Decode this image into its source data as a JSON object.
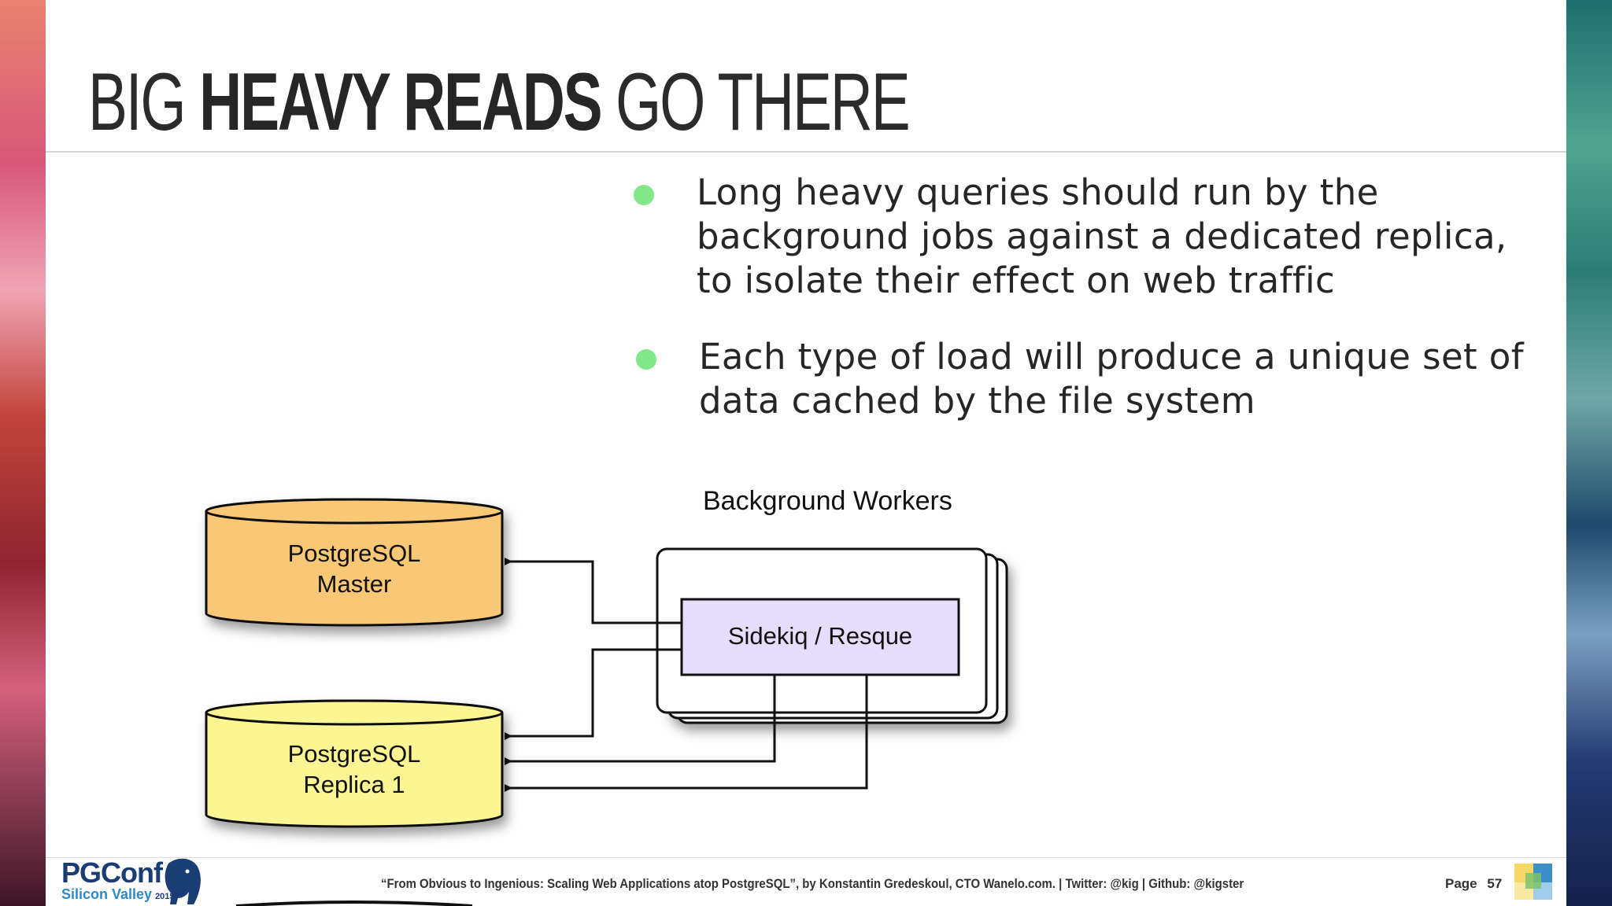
{
  "title": {
    "light_prefix": "BIG",
    "bold": "HEAVY READS",
    "light_suffix": "GO THERE"
  },
  "bullets": [
    {
      "text": "Long heavy queries should run by the background jobs against a dedicated replica, to isolate their effect on web traffic"
    },
    {
      "text": "Each type of load will produce a unique set of data cached by the file system"
    }
  ],
  "diagram": {
    "group_label": "Background Workers",
    "worker_label": "Sidekiq / Resque",
    "master": {
      "line1": "PostgreSQL",
      "line2": "Master"
    },
    "replica": {
      "line1": "PostgreSQL",
      "line2": "Replica 1"
    }
  },
  "footer": {
    "logo_name": "PGConf",
    "logo_sub": "Silicon Valley",
    "logo_year": "2015",
    "credit": "“From Obvious to Ingenious: Scaling Web Applications atop PostgreSQL”, by Konstantin Gredeskoul, CTO Wanelo.com. | Twitter: @kig | Github: @kigster",
    "page_label": "Page",
    "page_number": "57"
  },
  "colors": {
    "bullet": "#80e888",
    "master_fill": "#f9c876",
    "replica_fill": "#fbf593",
    "worker_fill": "#e6dcfb"
  }
}
